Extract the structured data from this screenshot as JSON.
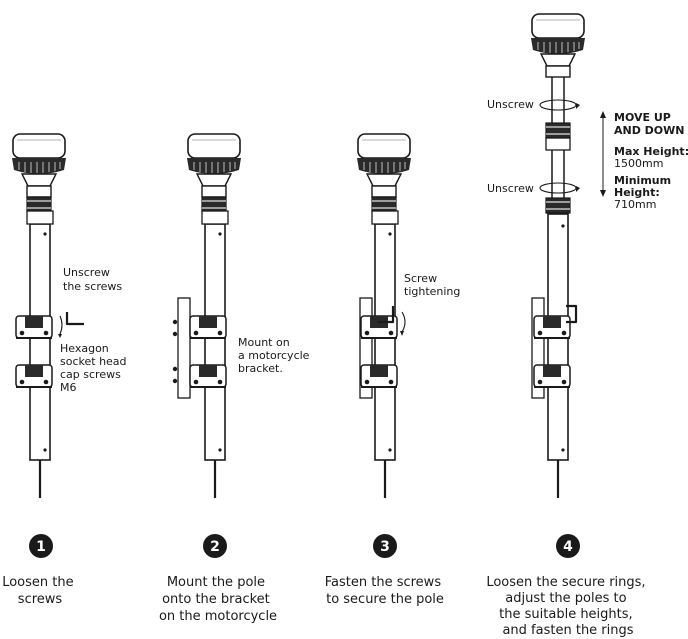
{
  "steps": [
    {
      "number": "1",
      "caption": [
        "Loosen the",
        "screws"
      ],
      "callouts": {
        "unscrew": [
          "Unscrew",
          "the screws"
        ],
        "hexagon": [
          "Hexagon",
          "socket head",
          "cap screws",
          "M6"
        ]
      }
    },
    {
      "number": "2",
      "caption": [
        "Mount the pole",
        "onto the bracket",
        "on the motorcycle"
      ],
      "callouts": {
        "mount": [
          "Mount on",
          "a motorcycle",
          "bracket."
        ]
      }
    },
    {
      "number": "3",
      "caption": [
        "Fasten the screws",
        "to secure the pole"
      ],
      "callouts": {
        "screw": [
          "Screw",
          "tightening"
        ]
      }
    },
    {
      "number": "4",
      "caption": [
        "Loosen the secure rings,",
        "adjust the poles to",
        "the suitable heights,",
        "and fasten the rings"
      ],
      "callouts": {
        "unscrew_top": "Unscrew",
        "unscrew_bottom": "Unscrew",
        "move": [
          "MOVE UP",
          "AND DOWN"
        ],
        "max_label": "Max Height:",
        "max_value": "1500mm",
        "min_label": [
          "Minimum",
          "Height:"
        ],
        "min_value": "710mm"
      }
    }
  ]
}
